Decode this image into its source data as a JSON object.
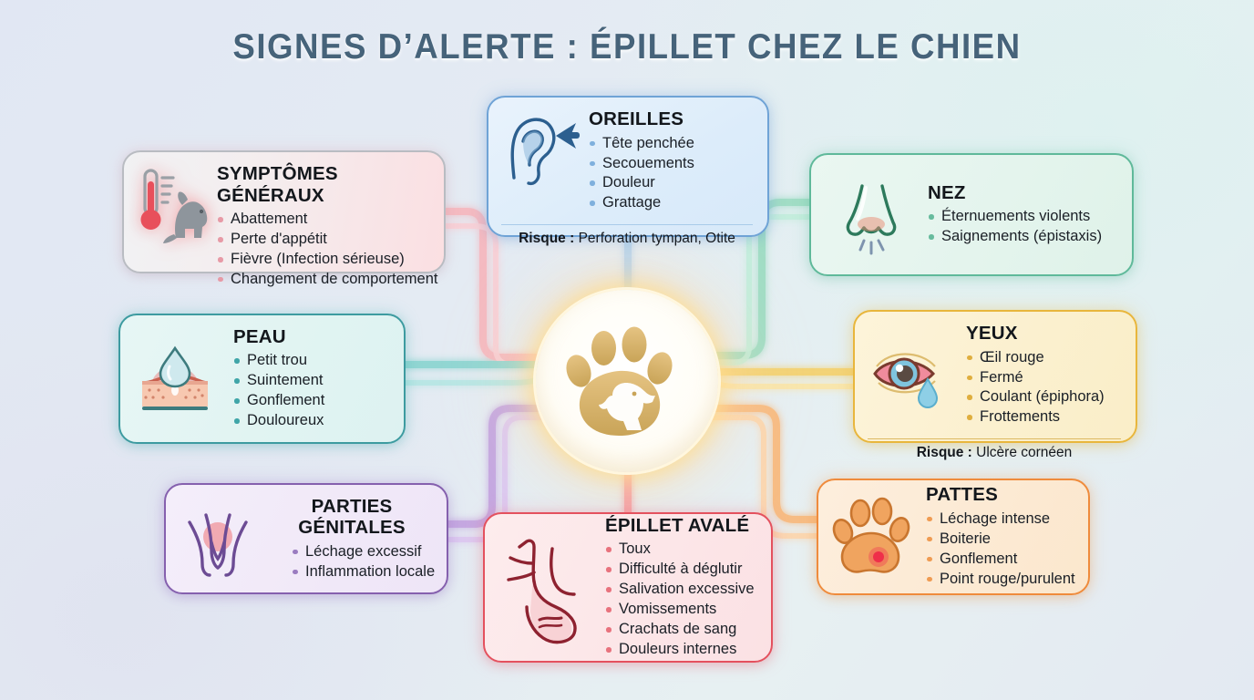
{
  "title": "SIGNES D’ALERTE : ÉPILLET CHEZ LE CHIEN",
  "hub": {
    "icon": "dog-paw-with-dog-head"
  },
  "colors": {
    "background": "#e4ebf3",
    "title": "#46637a",
    "hub_glow": "#ffd98c",
    "general": "#e79aa6",
    "ears": "#6fa3d6",
    "nose": "#5fb99a",
    "skin": "#3d9ba0",
    "eyes": "#e8b63c",
    "genital": "#8560ae",
    "swallowed": "#e4515e",
    "paws": "#ef8b3c"
  },
  "cards": {
    "general": {
      "heading": "SYMPTÔMES GÉNÉRAUX",
      "icon": "thermometer-dog-icon",
      "items": [
        "Abattement",
        "Perte d'appétit",
        "Fièvre (Infection sérieuse)",
        "Changement de comportement"
      ]
    },
    "ears": {
      "heading": "OREILLES",
      "icon": "ear-icon",
      "items": [
        "Tête penchée",
        "Secouements",
        "Douleur",
        "Grattage"
      ],
      "risk_label": "Risque :",
      "risk_text": "Perforation tympan, Otite"
    },
    "nose": {
      "heading": "NEZ",
      "icon": "nose-icon",
      "items": [
        "Éternuements violents",
        "Saignements (épistaxis)"
      ]
    },
    "skin": {
      "heading": "PEAU",
      "icon": "skin-drop-icon",
      "items": [
        "Petit trou",
        "Suintement",
        "Gonflement",
        "Douloureux"
      ]
    },
    "eyes": {
      "heading": "YEUX",
      "icon": "crying-eye-icon",
      "items": [
        "Œil rouge",
        "Fermé",
        "Coulant (épiphora)",
        "Frottements"
      ],
      "risk_label": "Risque :",
      "risk_text": "Ulcère cornéen"
    },
    "genital": {
      "heading": "PARTIES GÉNITALES",
      "icon": "genital-area-icon",
      "items": [
        "Léchage excessif",
        "Inflammation locale"
      ]
    },
    "swallowed": {
      "heading": "ÉPILLET AVALÉ",
      "icon": "stomach-icon",
      "items": [
        "Toux",
        "Difficulté à déglutir",
        "Salivation excessive",
        "Vomissements",
        "Crachats de sang",
        "Douleurs internes"
      ]
    },
    "paws": {
      "heading": "PATTES",
      "icon": "paw-print-icon",
      "items": [
        "Léchage intense",
        "Boiterie",
        "Gonflement",
        "Point rouge/purulent"
      ]
    }
  }
}
